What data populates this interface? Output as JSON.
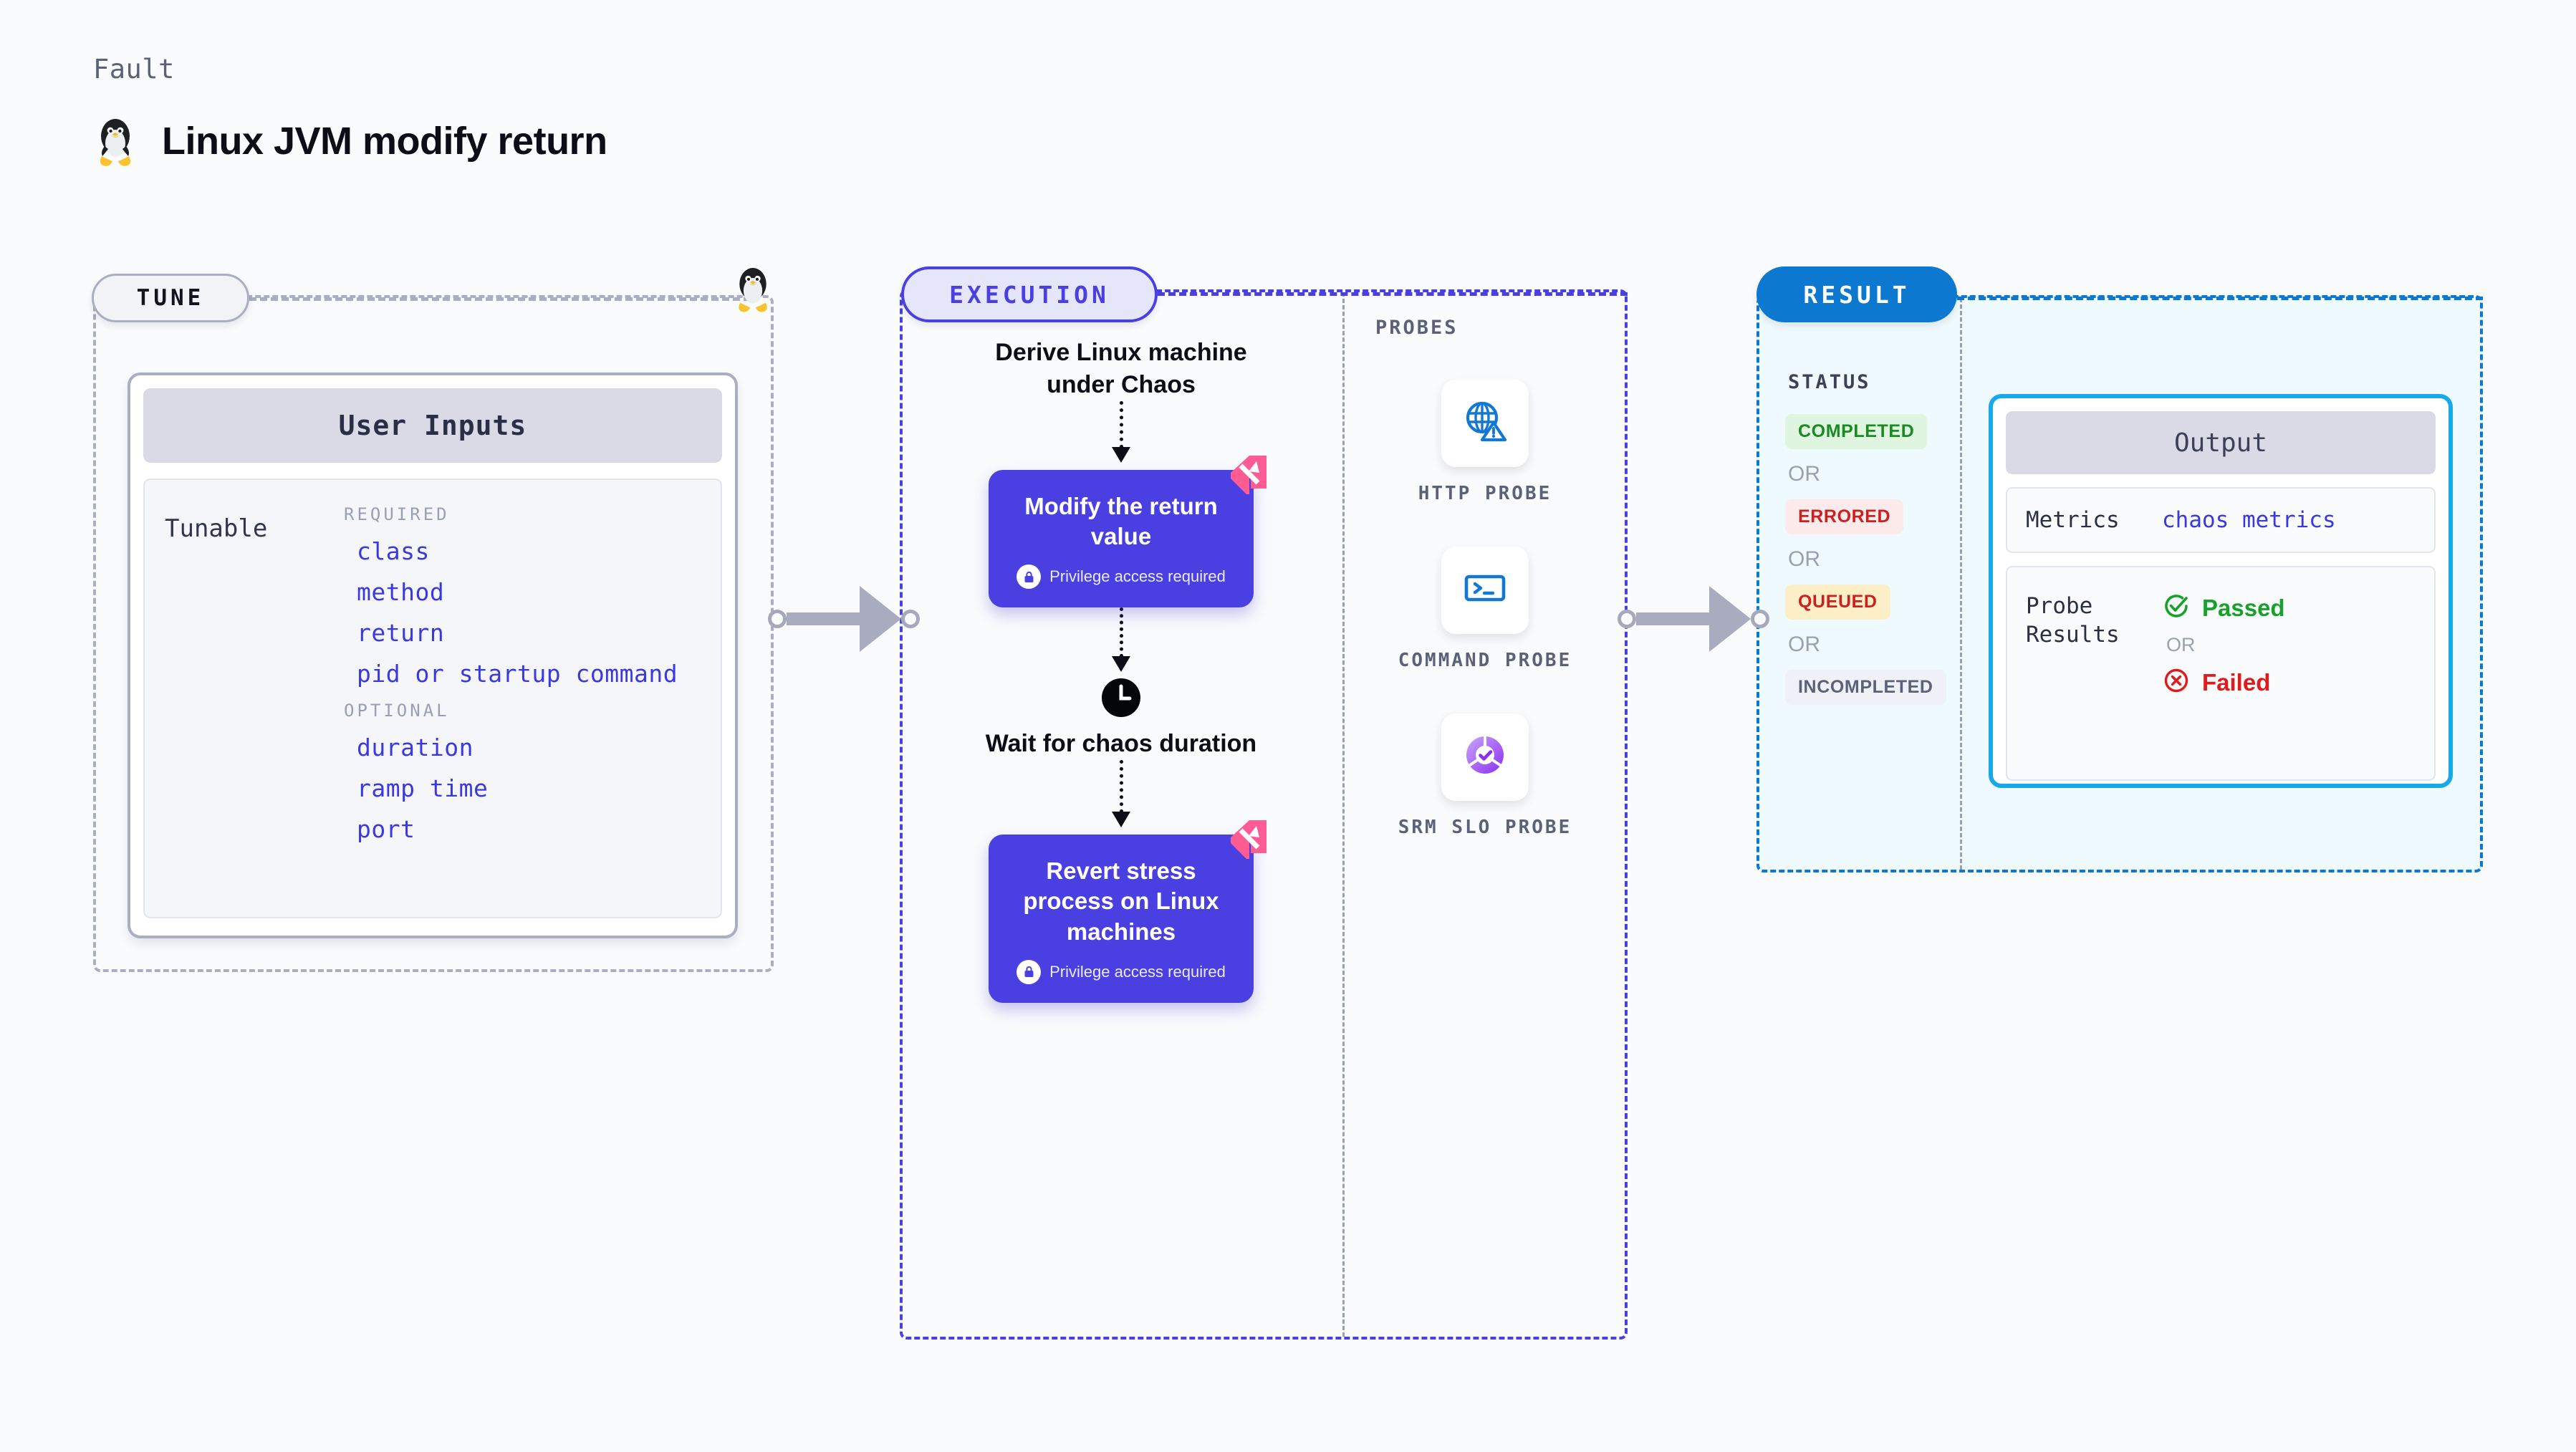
{
  "header": {
    "kicker": "Fault",
    "title": "Linux JVM modify return",
    "icon": "tux-penguin-icon"
  },
  "tune": {
    "pill_label": "TUNE",
    "card_title": "User Inputs",
    "tunable_label": "Tunable",
    "groups": [
      {
        "title": "REQUIRED",
        "params": [
          "class",
          "method",
          "return",
          "pid or startup command"
        ]
      },
      {
        "title": "OPTIONAL",
        "params": [
          "duration",
          "ramp time",
          "port"
        ]
      }
    ]
  },
  "execution": {
    "pill_label": "EXECUTION",
    "steps": [
      {
        "type": "text",
        "label": "Derive Linux machine under Chaos"
      },
      {
        "type": "card",
        "label": "Modify the return value",
        "privilege": "Privilege access required",
        "badge": "litmus-corner-icon"
      },
      {
        "type": "wait",
        "label": "Wait for chaos duration",
        "icon": "clock-icon"
      },
      {
        "type": "card",
        "label": "Revert stress process on Linux machines",
        "privilege": "Privilege access required",
        "badge": "litmus-corner-icon"
      }
    ]
  },
  "probes": {
    "section_label": "PROBES",
    "items": [
      {
        "name": "HTTP PROBE",
        "icon": "globe-warning-icon"
      },
      {
        "name": "COMMAND PROBE",
        "icon": "terminal-icon"
      },
      {
        "name": "SRM SLO PROBE",
        "icon": "slo-donut-check-icon"
      }
    ]
  },
  "result": {
    "pill_label": "RESULT",
    "status_label": "STATUS",
    "or_label": "OR",
    "statuses": [
      {
        "label": "COMPLETED",
        "bg": "#dff5e0",
        "fg": "#1a8a22"
      },
      {
        "label": "ERRORED",
        "bg": "#fdeaea",
        "fg": "#cc1f1f"
      },
      {
        "label": "QUEUED",
        "bg": "#fcefc7",
        "fg": "#cc1f1f"
      },
      {
        "label": "INCOMPLETED",
        "bg": "#f0f1f6",
        "fg": "#5b6178"
      }
    ],
    "output": {
      "title": "Output",
      "metrics_key": "Metrics",
      "metrics_value": "chaos metrics",
      "probe_results_key": "Probe Results",
      "passed_label": "Passed",
      "failed_label": "Failed",
      "or_label": "OR",
      "pass_icon": "check-circle-icon",
      "fail_icon": "x-circle-icon"
    }
  },
  "colors": {
    "purple": "#4a3fe0",
    "blue": "#0d78cf",
    "cyan": "#17a9e8",
    "gray": "#a9aec2",
    "pink": "#ff5c93"
  }
}
